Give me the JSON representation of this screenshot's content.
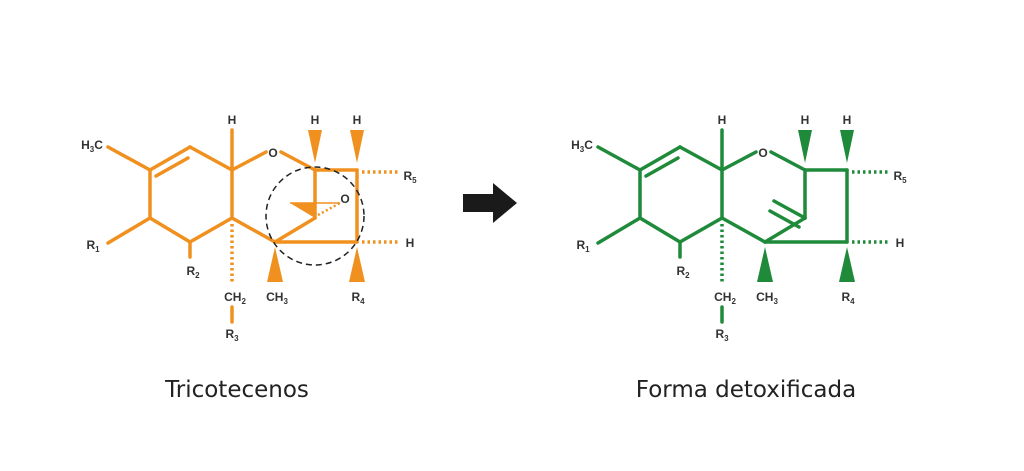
{
  "colors": {
    "toxic": "#F0901E",
    "detox": "#1F8A3A",
    "arrow": "#1a1a1a"
  },
  "molecules": [
    {
      "id": "tricothecene",
      "caption": "Tricotecenos",
      "has_epoxide": true,
      "labels": {
        "h3c": [
          "H",
          "3",
          "C"
        ],
        "r1": [
          "R",
          "1"
        ],
        "r2": [
          "R",
          "2"
        ],
        "r3": [
          "R",
          "3"
        ],
        "r4": [
          "R",
          "4"
        ],
        "r5": [
          "R",
          "5"
        ],
        "ch2": [
          "CH",
          "2"
        ],
        "ch3": [
          "CH",
          "3"
        ],
        "h_top": "H",
        "h_mid": "H",
        "h_right": "H",
        "h_side": "H",
        "o_ring": "O",
        "o_epoxide": "O"
      }
    },
    {
      "id": "detoxified",
      "caption": "Forma detoxificada",
      "has_epoxide": false,
      "labels": {
        "h3c": [
          "H",
          "3",
          "C"
        ],
        "r1": [
          "R",
          "1"
        ],
        "r2": [
          "R",
          "2"
        ],
        "r3": [
          "R",
          "3"
        ],
        "r4": [
          "R",
          "4"
        ],
        "r5": [
          "R",
          "5"
        ],
        "ch2": [
          "CH",
          "2"
        ],
        "ch3": [
          "CH",
          "3"
        ],
        "h_top": "H",
        "h_mid": "H",
        "h_right": "H",
        "h_side": "H",
        "o_ring": "O"
      }
    }
  ]
}
